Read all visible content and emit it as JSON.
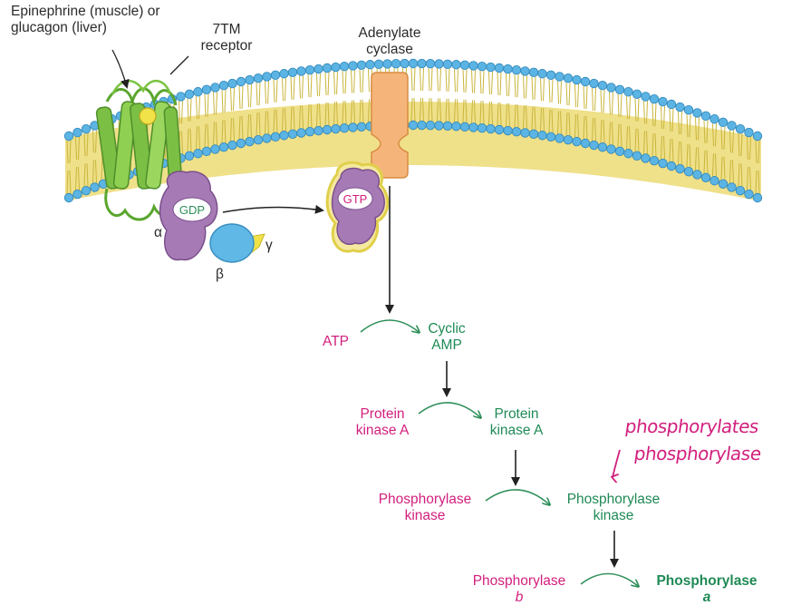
{
  "labels": {
    "ligand_line1": "Epinephrine (muscle) or",
    "ligand_line2": "glucagon (liver)",
    "receptor_line1": "7TM",
    "receptor_line2": "receptor",
    "adenylate_line1": "Adenylate",
    "adenylate_line2": "cyclase",
    "gdp": "GDP",
    "gtp": "GTP",
    "alpha": "α",
    "beta": "β",
    "gamma": "γ",
    "atp": "ATP",
    "camp_line1": "Cyclic",
    "camp_line2": "AMP",
    "pka_in_line1": "Protein",
    "pka_in_line2": "kinase A",
    "pka_out_line1": "Protein",
    "pka_out_line2": "kinase A",
    "phk_in_line1": "Phosphorylase",
    "phk_in_line2": "kinase",
    "phk_out_line1": "Phosphorylase",
    "phk_out_line2": "kinase",
    "ph_b_line1": "Phosphorylase",
    "ph_b_line2": "b",
    "ph_a_line1": "Phosphorylase",
    "ph_a_line2": "a"
  },
  "annotation": {
    "line1": "phosphorylates",
    "line2": "phosphorylase"
  },
  "colors": {
    "inactive_text": "#d21f7d",
    "active_text": "#1f8a55",
    "membrane_head": "#5bb4e3",
    "membrane_tail": "#e8d44a",
    "receptor": "#6fb83a",
    "adenylate_cyclase": "#f5b57a",
    "g_alpha": "#a67bb5",
    "g_beta": "#5fb8e6",
    "g_gamma": "#f2e24a"
  }
}
